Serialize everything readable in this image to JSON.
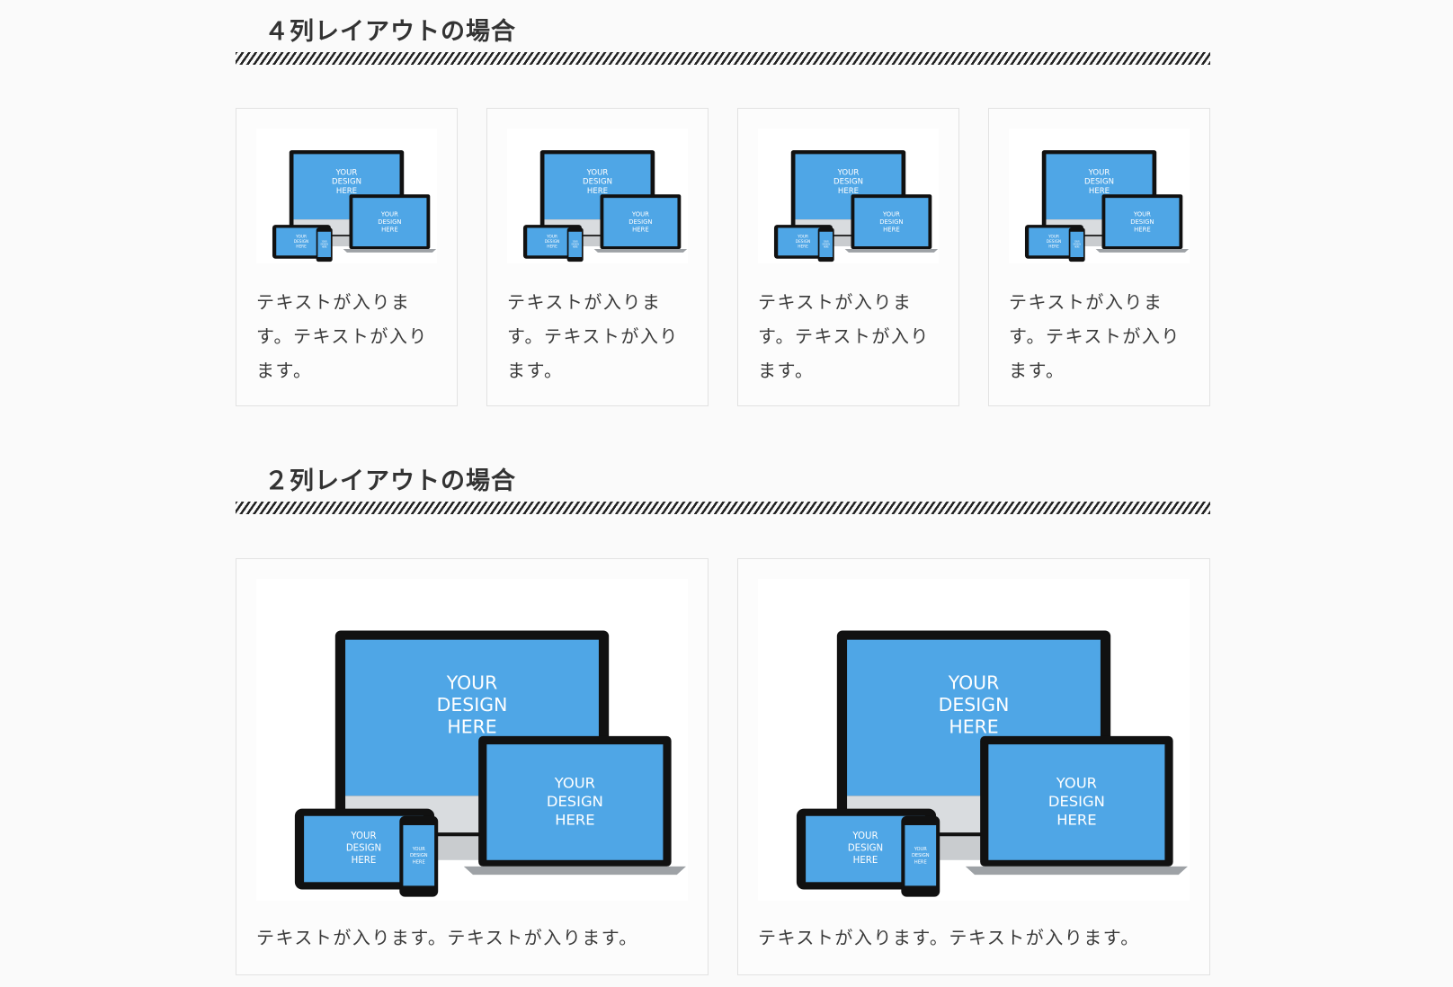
{
  "sections": [
    {
      "heading": "４列レイアウトの場合",
      "cards": [
        {
          "text": "テキストが入ります。テキストが入ります。"
        },
        {
          "text": "テキストが入ります。テキストが入ります。"
        },
        {
          "text": "テキストが入ります。テキストが入ります。"
        },
        {
          "text": "テキストが入ります。テキストが入ります。"
        }
      ]
    },
    {
      "heading": "２列レイアウトの場合",
      "cards": [
        {
          "text": "テキストが入ります。テキストが入ります。"
        },
        {
          "text": "テキストが入ります。テキストが入ります。"
        }
      ]
    }
  ],
  "mockup": {
    "line1": "YOUR",
    "line2": "DESIGN",
    "line3": "HERE"
  },
  "colors": {
    "screen": "#4fa6e6",
    "frame": "#111111",
    "stripe": "#222222"
  }
}
